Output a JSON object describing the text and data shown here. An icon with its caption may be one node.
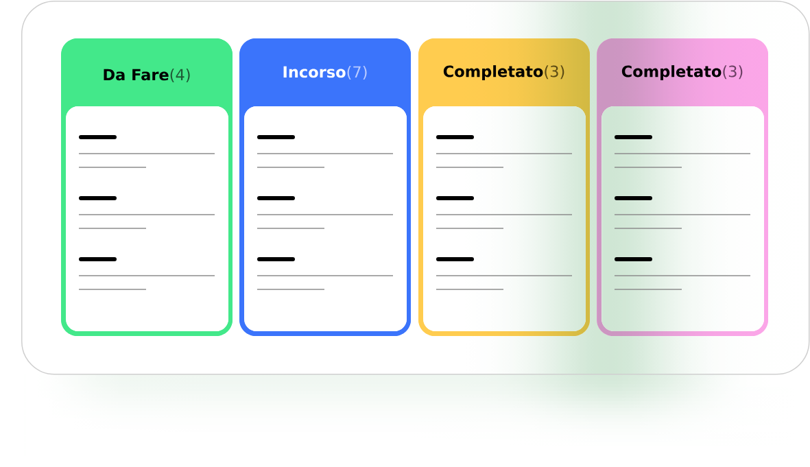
{
  "diagram": {
    "nodes": [
      {
        "text": [],
        "shape": "box"
      },
      {
        "text": [
          "**Da Fare**(4)"
        ],
        "in": 0
      },
      {
        "text": [
          "**Incorso**(7)"
        ],
        "in": 0
      },
      {
        "text": [
          "**Completato**(3)"
        ],
        "in": 0
      },
      {
        "text": [
          "**Completato**(3)"
        ],
        "in": 0
      }
    ]
  }
}
